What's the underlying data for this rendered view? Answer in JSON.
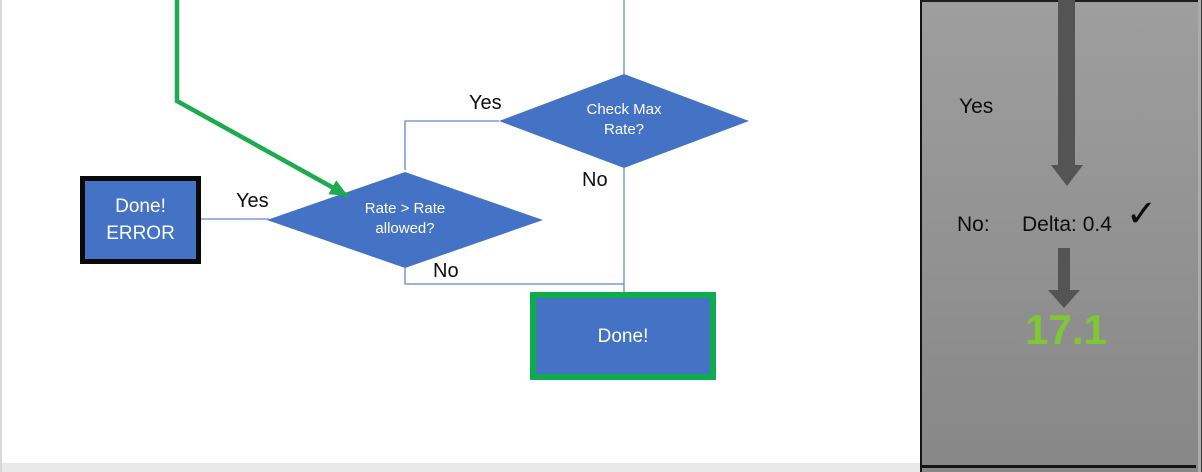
{
  "flowchart": {
    "check_diamond": {
      "label": "Check Max Rate?",
      "yes_label": "Yes",
      "no_label": "No"
    },
    "rate_diamond": {
      "label": "Rate > Rate allowed?",
      "yes_label": "Yes",
      "no_label": "No"
    },
    "error_box": {
      "line1": "Done!",
      "line2": "ERROR"
    },
    "done_box": {
      "label": "Done!"
    }
  },
  "panel": {
    "yes_label": "Yes",
    "no_label": "No:",
    "delta_label": "Delta: 0.4",
    "checkmark": "✓",
    "result": "17.1"
  },
  "colors": {
    "shape_blue": "#4472c4",
    "connector_blue": "#4472c4",
    "green_accent": "#1cab4e",
    "done_border_green": "#0fab4f",
    "result_green": "#7ec833",
    "arrow_gray": "#545454",
    "panel_gray_top": "#9e9e9e",
    "panel_gray_bottom": "#878787"
  }
}
